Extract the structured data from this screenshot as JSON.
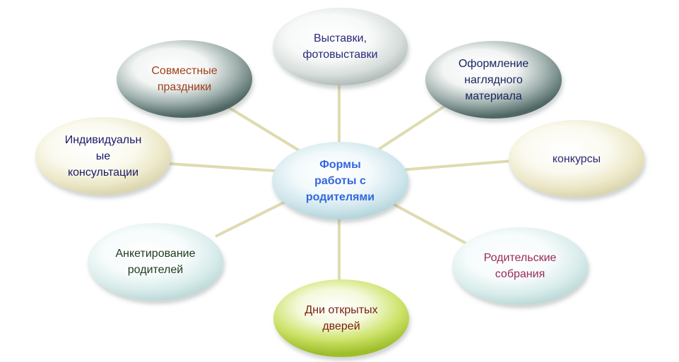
{
  "diagram": {
    "center": {
      "label": "Формы\nработы с\nродителями",
      "color": "#3366e0"
    },
    "nodes": [
      {
        "id": "vystavki",
        "label": "Выставки,\nфотовыставки",
        "color": "#2a2a7a"
      },
      {
        "id": "oformlenie",
        "label": "Оформление\nнаглядного\nматериала",
        "color": "#1a2560"
      },
      {
        "id": "konkursy",
        "label": "конкурсы",
        "color": "#2a2a7a"
      },
      {
        "id": "sobraniya",
        "label": "Родительские\nсобрания",
        "color": "#9a2a5a"
      },
      {
        "id": "dni",
        "label": "Дни открытых\nдверей",
        "color": "#7a1f10"
      },
      {
        "id": "anketirovanie",
        "label": "Анкетирование\nродителей",
        "color": "#1f3a1f"
      },
      {
        "id": "konsultatsii",
        "label": "Индивидуальн\nые\nконсультации",
        "color": "#1a1a6a"
      },
      {
        "id": "prazdniki",
        "label": "Совместные\nпраздники",
        "color": "#a0401a"
      }
    ],
    "connector_color": "#dedbb0"
  }
}
